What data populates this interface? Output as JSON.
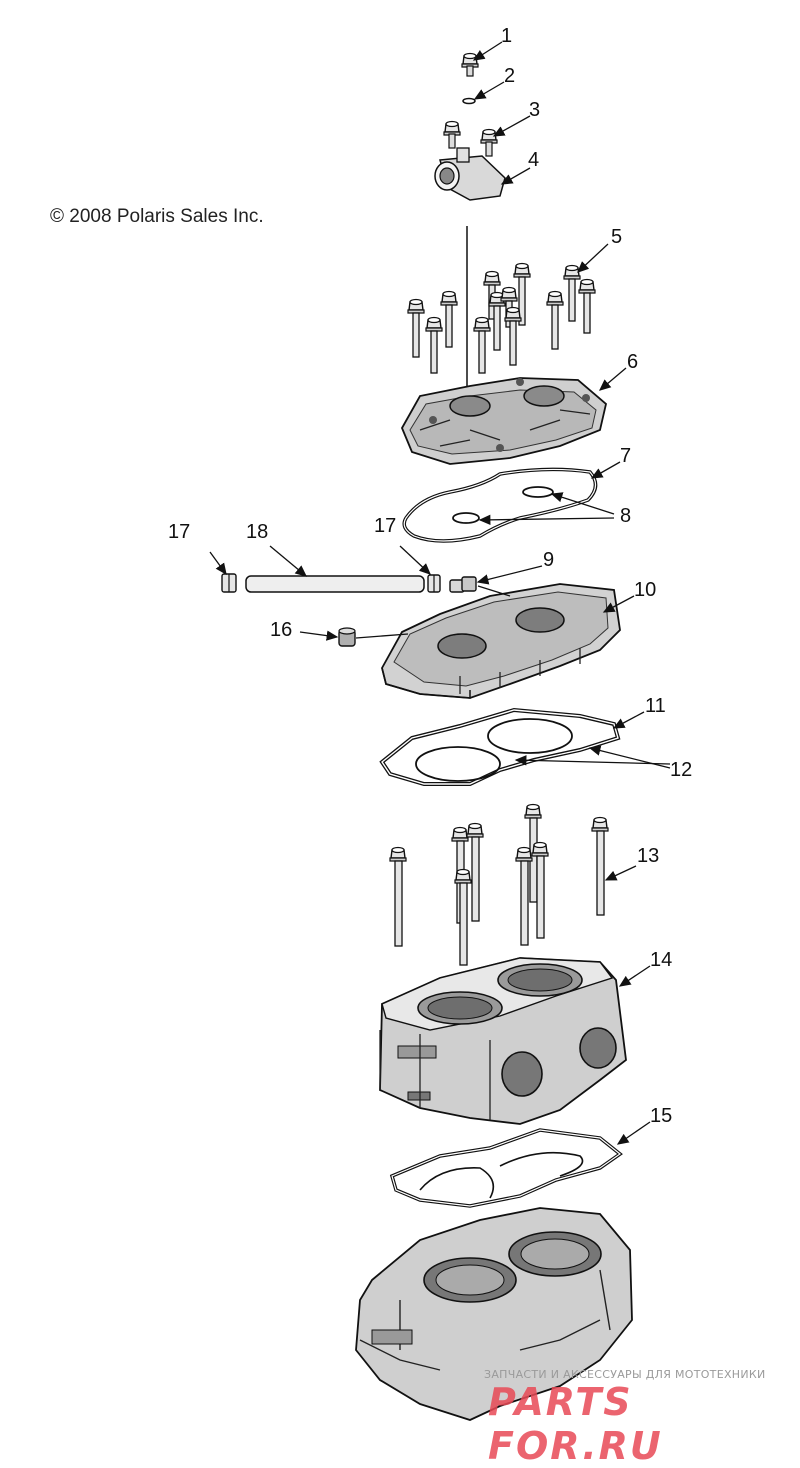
{
  "copyright": "© 2008 Polaris Sales Inc.",
  "watermark": {
    "line1": "ЗАПЧАСТИ И АКСЕССУАРЫ ДЛЯ МОТОТЕХНИКИ",
    "brand": "PARTS FOR.RU",
    "color": "#e84a56"
  },
  "callouts": [
    "1",
    "2",
    "3",
    "4",
    "5",
    "6",
    "7",
    "8",
    "9",
    "10",
    "11",
    "12",
    "13",
    "14",
    "15",
    "16",
    "17",
    "17",
    "18"
  ]
}
